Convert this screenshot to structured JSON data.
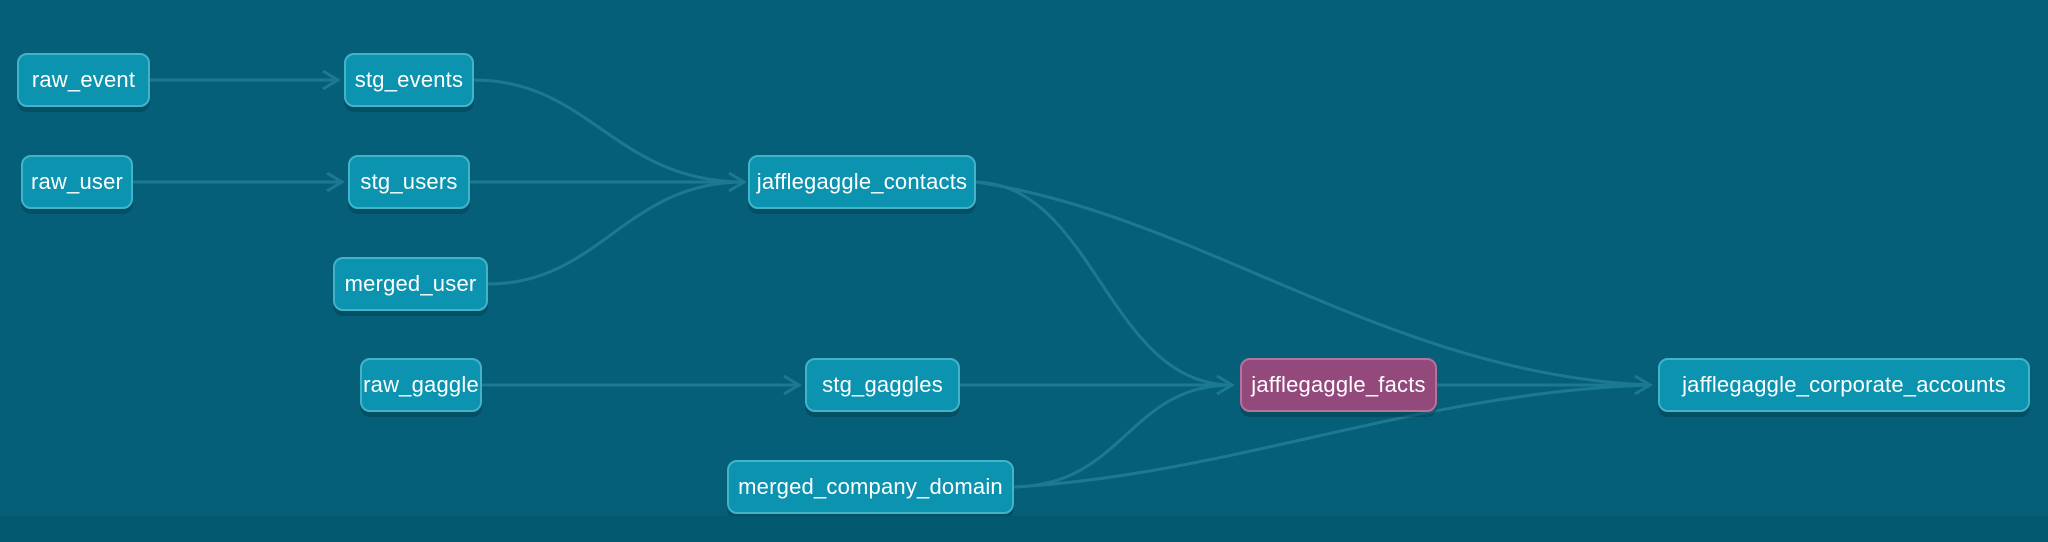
{
  "graph": {
    "nodes": [
      {
        "id": "raw_event",
        "label": "raw_event",
        "variant": "default"
      },
      {
        "id": "stg_events",
        "label": "stg_events",
        "variant": "default"
      },
      {
        "id": "raw_user",
        "label": "raw_user",
        "variant": "default"
      },
      {
        "id": "stg_users",
        "label": "stg_users",
        "variant": "default"
      },
      {
        "id": "merged_user",
        "label": "merged_user",
        "variant": "default"
      },
      {
        "id": "jafflegaggle_contacts",
        "label": "jafflegaggle_contacts",
        "variant": "default"
      },
      {
        "id": "raw_gaggle",
        "label": "raw_gaggle",
        "variant": "default"
      },
      {
        "id": "stg_gaggles",
        "label": "stg_gaggles",
        "variant": "default"
      },
      {
        "id": "jafflegaggle_facts",
        "label": "jafflegaggle_facts",
        "variant": "highlight"
      },
      {
        "id": "merged_company_domain",
        "label": "merged_company_domain",
        "variant": "default"
      },
      {
        "id": "jafflegaggle_corporate_accounts",
        "label": "jafflegaggle_corporate_accounts",
        "variant": "default"
      }
    ],
    "edges": [
      {
        "from": "raw_event",
        "to": "stg_events"
      },
      {
        "from": "raw_user",
        "to": "stg_users"
      },
      {
        "from": "stg_events",
        "to": "jafflegaggle_contacts"
      },
      {
        "from": "stg_users",
        "to": "jafflegaggle_contacts"
      },
      {
        "from": "merged_user",
        "to": "jafflegaggle_contacts"
      },
      {
        "from": "raw_gaggle",
        "to": "stg_gaggles"
      },
      {
        "from": "stg_gaggles",
        "to": "jafflegaggle_facts"
      },
      {
        "from": "jafflegaggle_contacts",
        "to": "jafflegaggle_facts"
      },
      {
        "from": "merged_company_domain",
        "to": "jafflegaggle_facts"
      },
      {
        "from": "jafflegaggle_facts",
        "to": "jafflegaggle_corporate_accounts"
      },
      {
        "from": "jafflegaggle_contacts",
        "to": "jafflegaggle_corporate_accounts"
      },
      {
        "from": "merged_company_domain",
        "to": "jafflegaggle_corporate_accounts"
      }
    ]
  },
  "colors": {
    "background": "#065f78",
    "background_bottom": "#035a70",
    "edge": "#1b7a91",
    "node_fill": "#0c93b0",
    "node_border": "#43b3c9",
    "node_fill_highlight": "#94497c",
    "node_border_highlight": "#b4739b",
    "node_text": "#ffffff"
  }
}
